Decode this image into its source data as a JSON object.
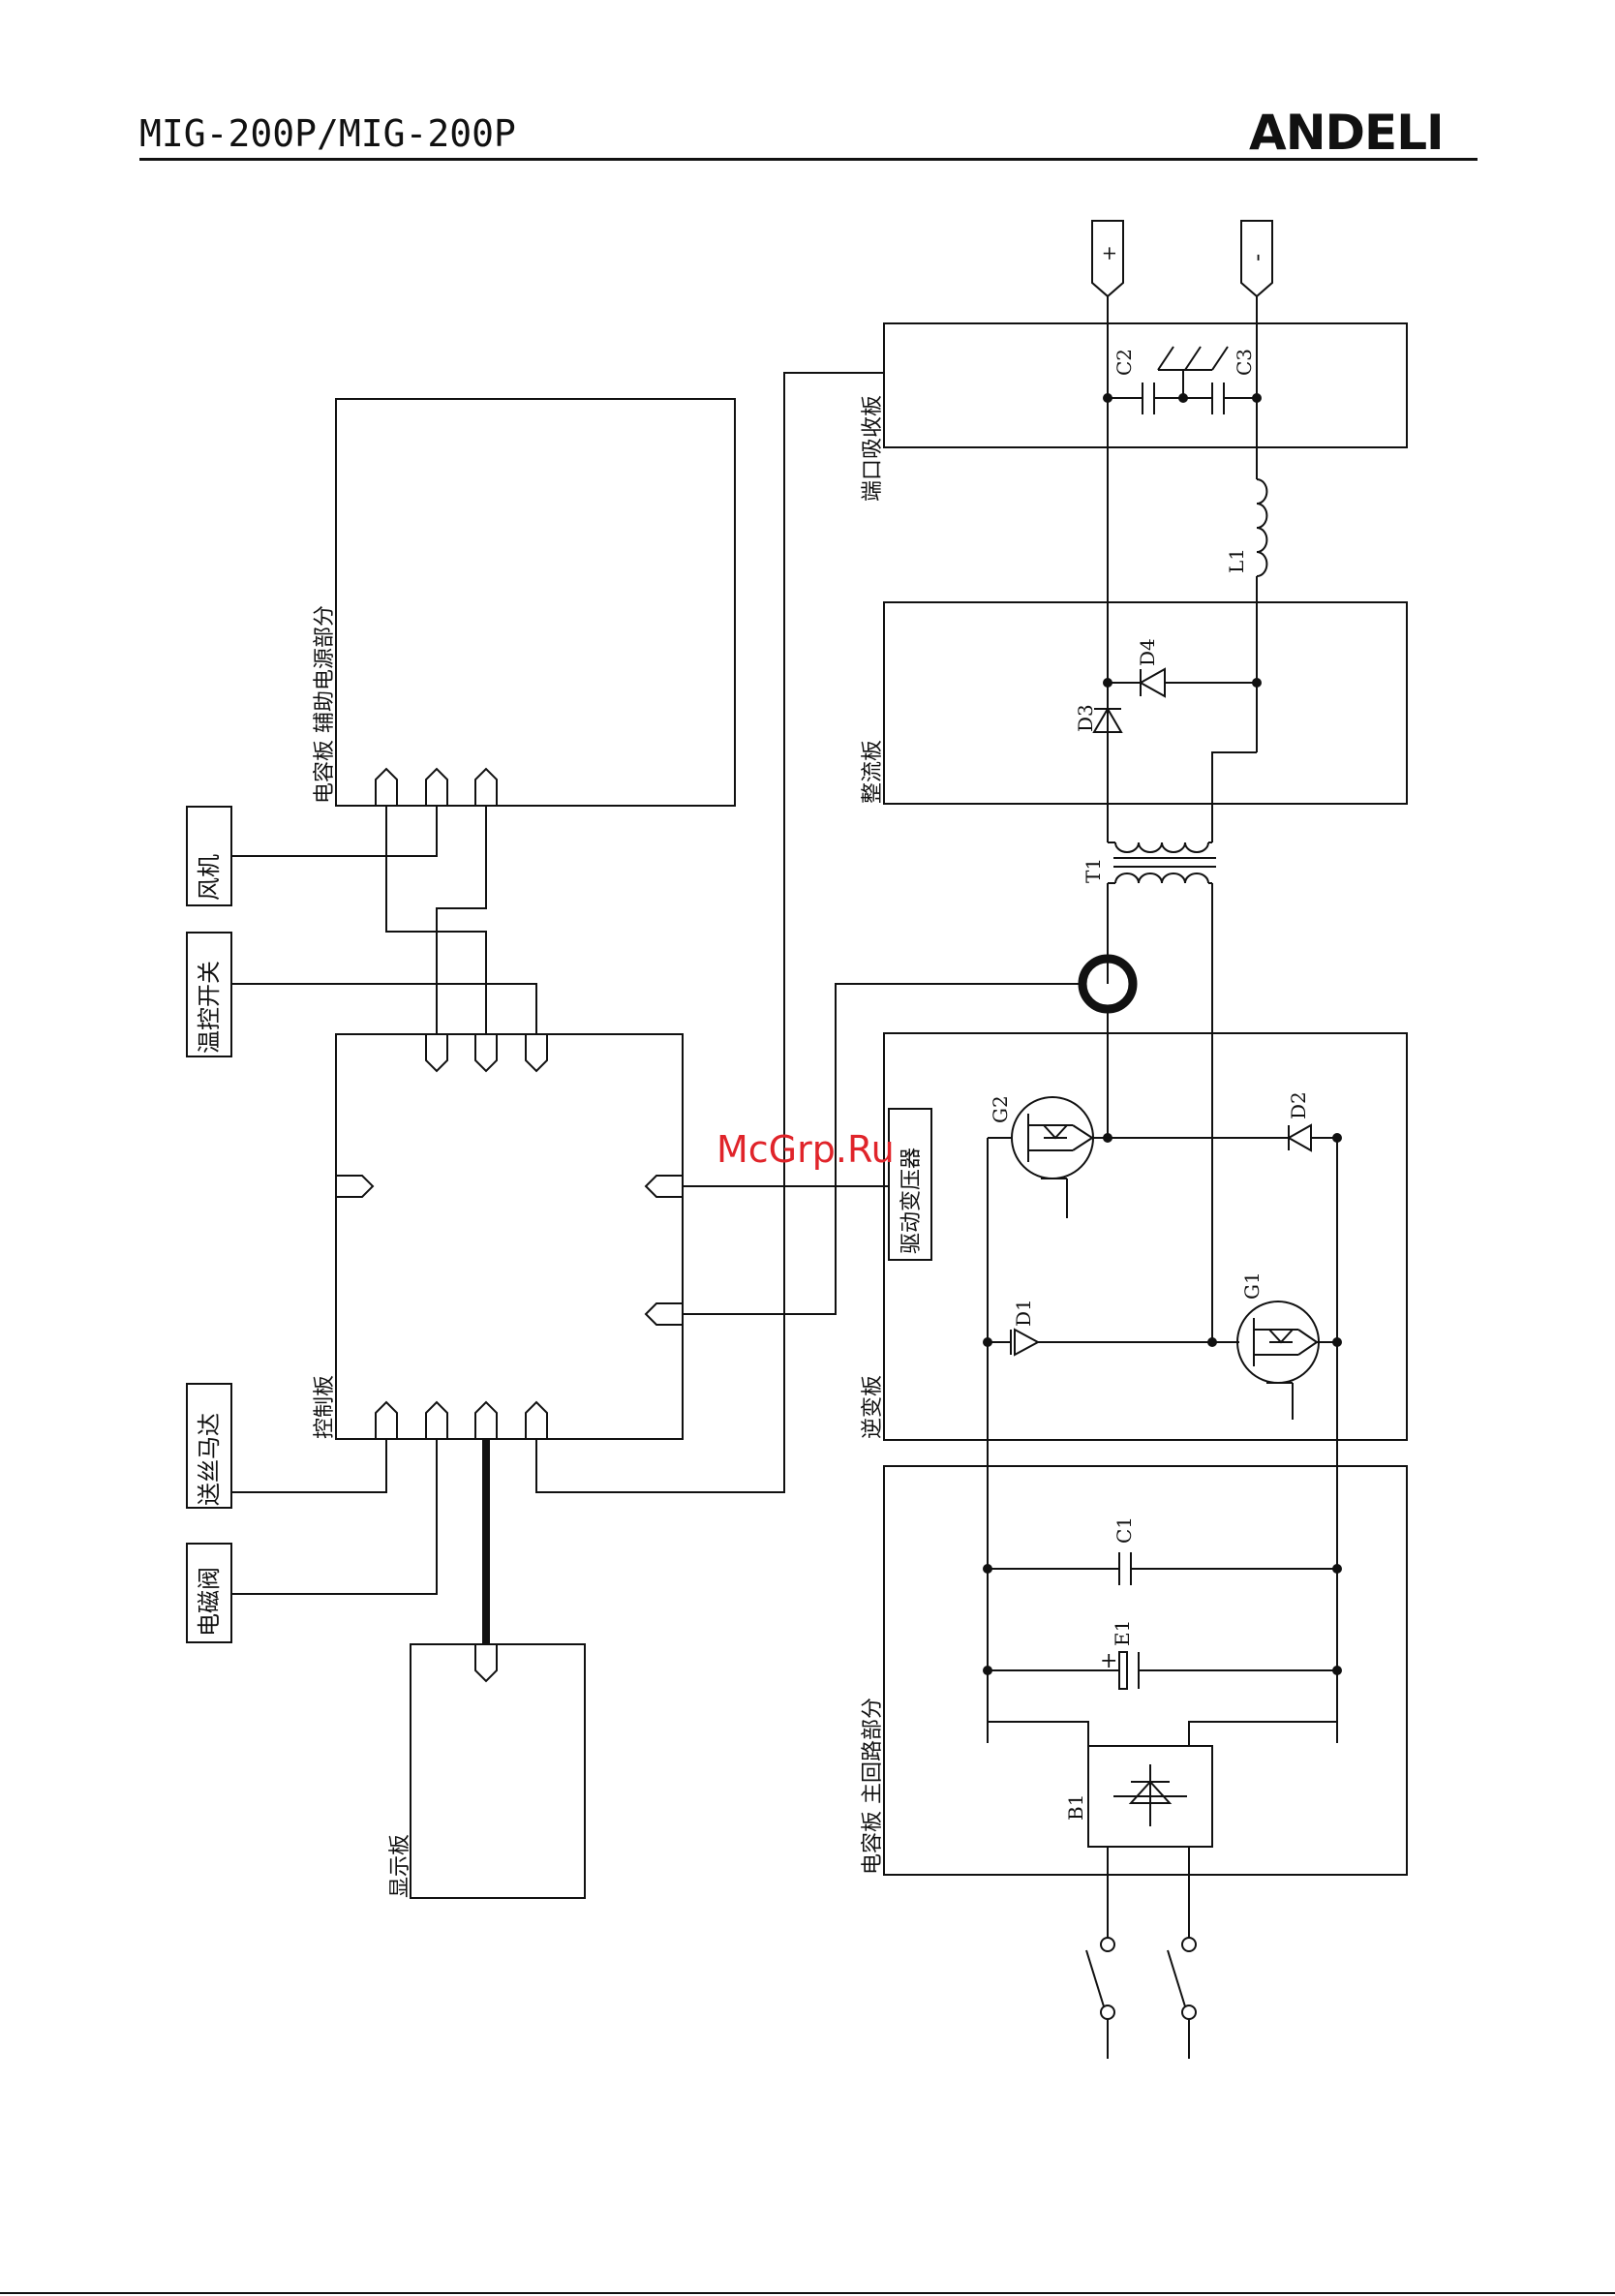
{
  "header": {
    "model": "MIG-200P/MIG-200P",
    "brand": "ANDELI"
  },
  "watermark": "McGrp.Ru",
  "blocks": {
    "aux_power": "电容板 辅助电源部分",
    "fan": "风机",
    "thermo_switch": "温控开关",
    "control_board": "控制板",
    "wire_feed_motor": "送丝马达",
    "solenoid_valve": "电磁阀",
    "display_board": "显示板",
    "port_absorber": "端口吸收板",
    "rectifier_board": "整流板",
    "inverter_board": "逆变板",
    "drive_transformer": "驱动变压器",
    "main_circuit": "电容板 主回路部分"
  },
  "components": {
    "out_pos": "+",
    "out_neg": "-",
    "c2": "C2",
    "c3": "C3",
    "l1": "L1",
    "d3": "D3",
    "d4": "D4",
    "t1": "T1",
    "g1": "G1",
    "g2": "G2",
    "d1": "D1",
    "d2": "D2",
    "c1": "C1",
    "e1": "E1",
    "e1_plus": "+",
    "b1": "B1"
  },
  "colors": {
    "ink": "#111111",
    "watermark": "#e0242a"
  }
}
